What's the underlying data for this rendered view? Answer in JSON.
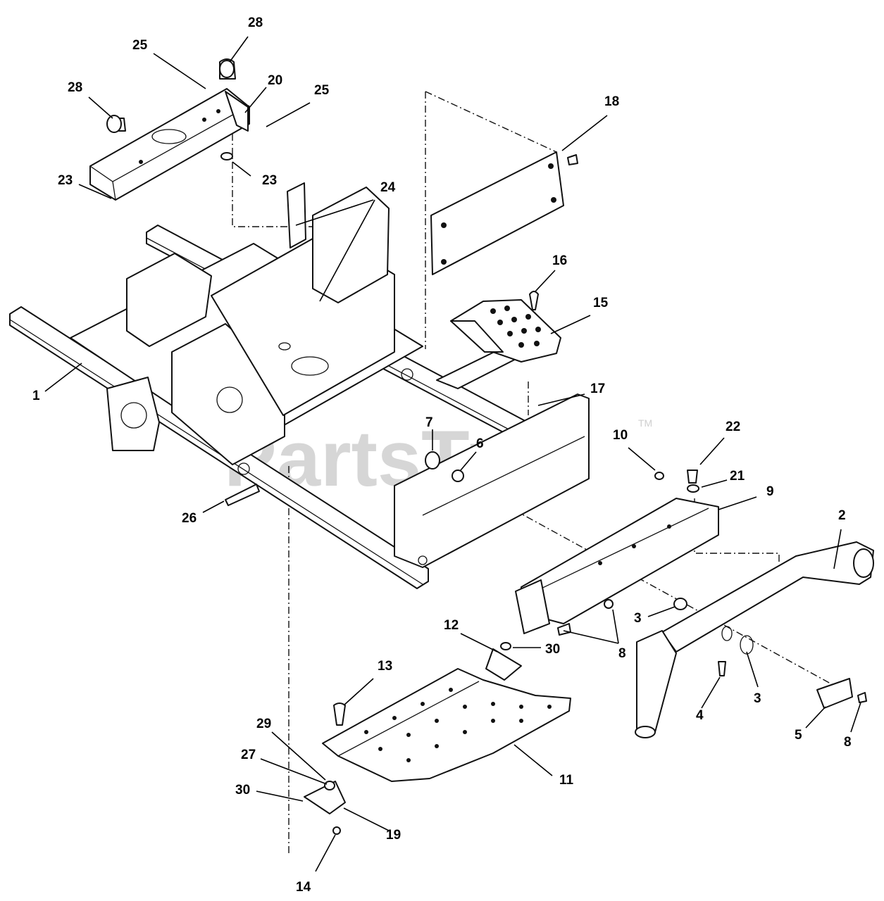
{
  "watermark": {
    "text": "PartsTree",
    "trademark": "TM"
  },
  "callouts": [
    {
      "id": "c28a",
      "label": "28"
    },
    {
      "id": "c25a",
      "label": "25"
    },
    {
      "id": "c20",
      "label": "20"
    },
    {
      "id": "c28b",
      "label": "28"
    },
    {
      "id": "c25b",
      "label": "25"
    },
    {
      "id": "c23a",
      "label": "23"
    },
    {
      "id": "c23b",
      "label": "23"
    },
    {
      "id": "c24",
      "label": "24"
    },
    {
      "id": "c18",
      "label": "18"
    },
    {
      "id": "c16",
      "label": "16"
    },
    {
      "id": "c15",
      "label": "15"
    },
    {
      "id": "c1",
      "label": "1"
    },
    {
      "id": "c17",
      "label": "17"
    },
    {
      "id": "c7",
      "label": "7"
    },
    {
      "id": "c6",
      "label": "6"
    },
    {
      "id": "c10",
      "label": "10"
    },
    {
      "id": "c22",
      "label": "22"
    },
    {
      "id": "c21",
      "label": "21"
    },
    {
      "id": "c9",
      "label": "9"
    },
    {
      "id": "c2",
      "label": "2"
    },
    {
      "id": "c26",
      "label": "26"
    },
    {
      "id": "c3a",
      "label": "3"
    },
    {
      "id": "c8a",
      "label": "8"
    },
    {
      "id": "c12",
      "label": "12"
    },
    {
      "id": "c30a",
      "label": "30"
    },
    {
      "id": "c13",
      "label": "13"
    },
    {
      "id": "c4",
      "label": "4"
    },
    {
      "id": "c3b",
      "label": "3"
    },
    {
      "id": "c5",
      "label": "5"
    },
    {
      "id": "c8b",
      "label": "8"
    },
    {
      "id": "c29",
      "label": "29"
    },
    {
      "id": "c27",
      "label": "27"
    },
    {
      "id": "c11",
      "label": "11"
    },
    {
      "id": "c30b",
      "label": "30"
    },
    {
      "id": "c19",
      "label": "19"
    },
    {
      "id": "c14",
      "label": "14"
    }
  ]
}
